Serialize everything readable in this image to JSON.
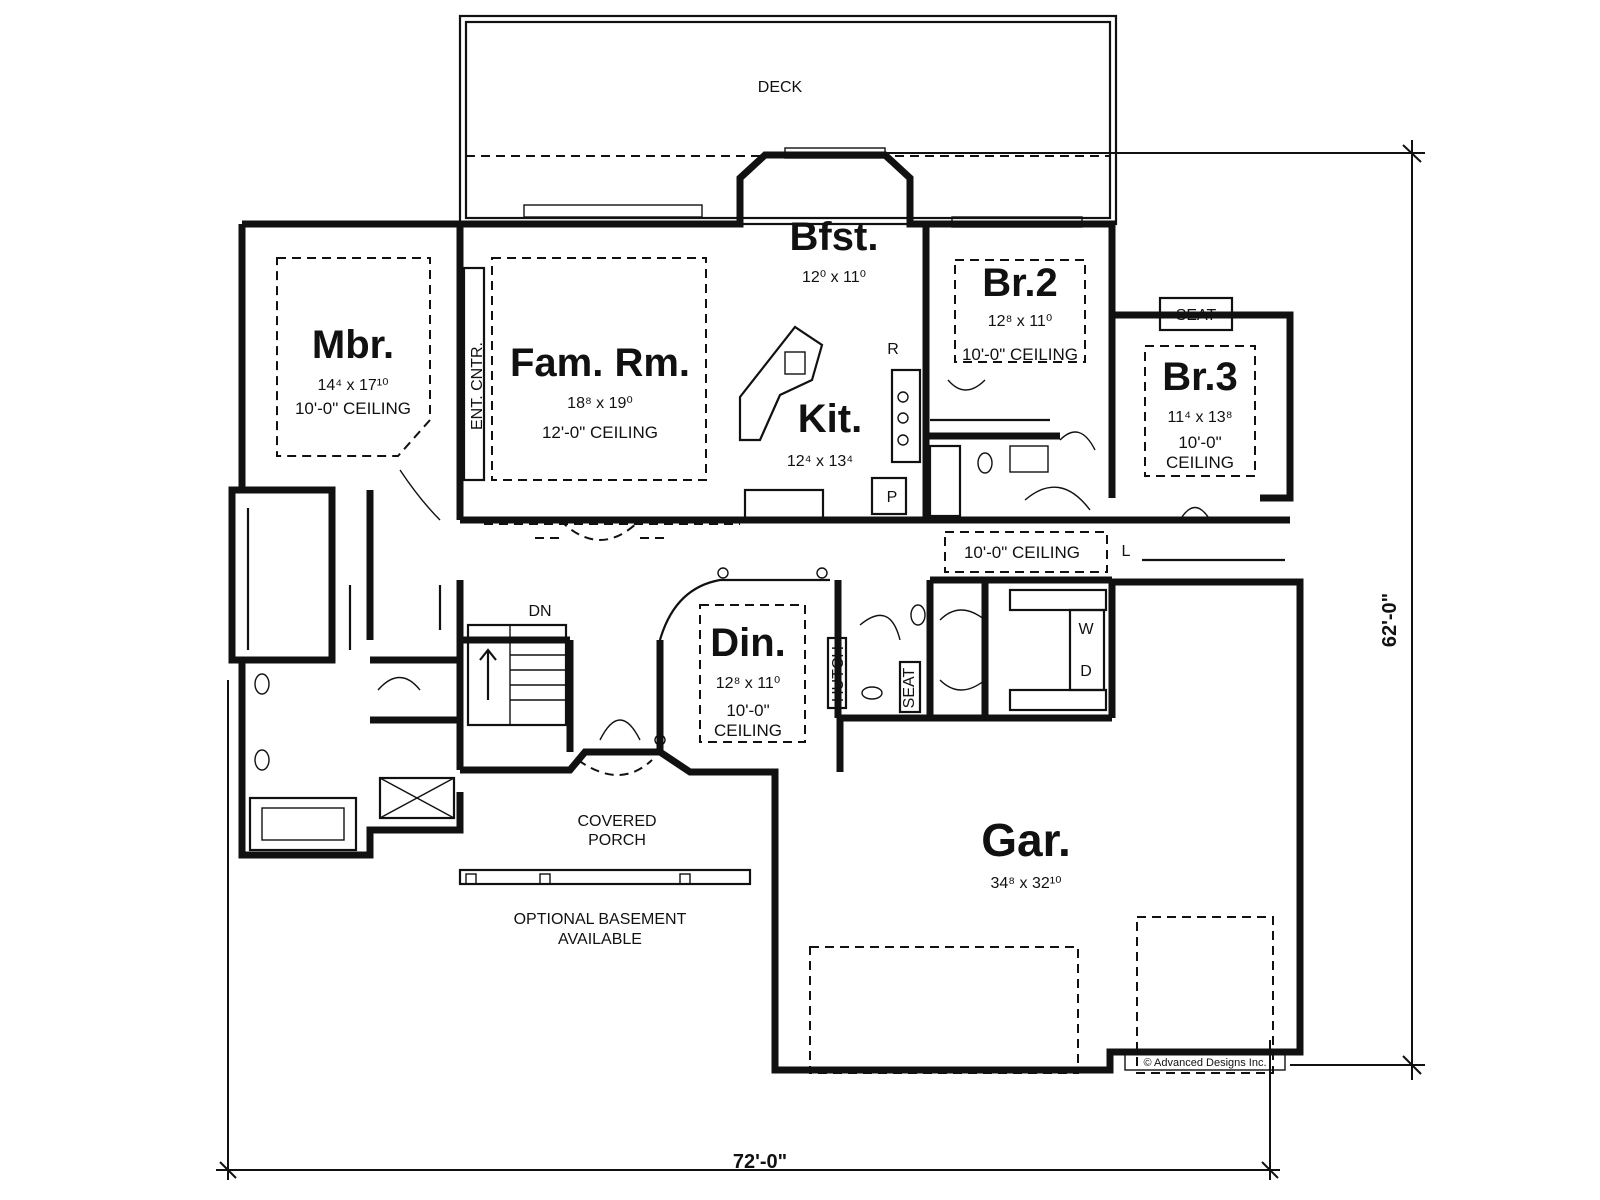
{
  "rooms": {
    "deck": {
      "name": "DECK"
    },
    "mbr": {
      "name": "Mbr.",
      "size": "14⁴ x 17¹⁰",
      "ceiling": "10'-0\" CEILING"
    },
    "fam": {
      "name": "Fam. Rm.",
      "size": "18⁸ x 19⁰",
      "ceiling": "12'-0\" CEILING"
    },
    "bfst": {
      "name": "Bfst.",
      "size": "12⁰ x 11⁰"
    },
    "kit": {
      "name": "Kit.",
      "size": "12⁴ x 13⁴"
    },
    "br2": {
      "name": "Br.2",
      "size": "12⁸ x 11⁰",
      "ceiling": "10'-0\" CEILING"
    },
    "br3": {
      "name": "Br.3",
      "size": "11⁴ x 13⁸",
      "ceiling_line1": "10'-0\"",
      "ceiling_line2": "CEILING"
    },
    "din": {
      "name": "Din.",
      "size": "12⁸ x 11⁰",
      "ceiling_line1": "10'-0\"",
      "ceiling_line2": "CEILING"
    },
    "gar": {
      "name": "Gar.",
      "size": "34⁸ x 32¹⁰"
    },
    "porch": {
      "line1": "COVERED",
      "line2": "PORCH"
    },
    "hall": {
      "ceiling": "10'-0\" CEILING"
    }
  },
  "fixtures": {
    "ent_cntr": "ENT. CNTR.",
    "hutch": "HUTCH",
    "seat_br3": "SEAT",
    "seat_mud": "SEAT",
    "dn": "DN",
    "refrigerator": "R",
    "pantry": "P",
    "washer": "W",
    "dryer": "D",
    "linen": "L"
  },
  "notes": {
    "basement_line1": "OPTIONAL BASEMENT",
    "basement_line2": "AVAILABLE",
    "copyright": "© Advanced Designs Inc."
  },
  "dimensions": {
    "width": "72'-0\"",
    "depth": "62'-0\""
  }
}
